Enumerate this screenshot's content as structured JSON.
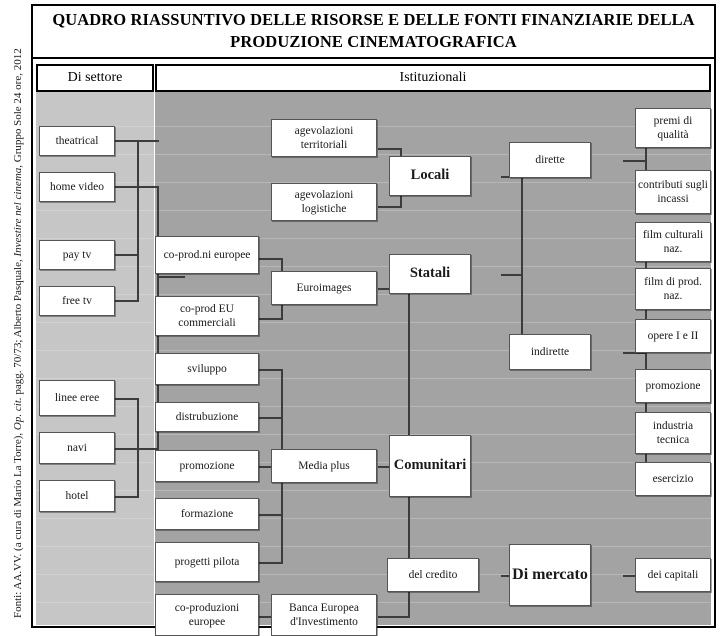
{
  "source_note": {
    "prefix": "Fonti: AA.VV. (a cura di Mario La Torre), ",
    "italic1": "Op. cit.",
    "middle": " pagg. 70/73; Alberto Pasquale, ",
    "italic2": "Investire nel cinema",
    "suffix": ", Gruppo Sole 24 ore, 2012"
  },
  "title": "QUADRO RIASSUNTIVO DELLE RISORSE E DELLE FONTI FINANZIARIE DELLA PRODUZIONE CINEMATOGRAFICA",
  "headers": {
    "left": "Di settore",
    "right": "Istituzionali"
  },
  "colors": {
    "panel_left": "#c6c6c6",
    "panel_right": "#a3a3a3",
    "box_fill": "#ffffff",
    "box_border": "#555555",
    "line": "#3c3c3c",
    "frame": "#000000"
  },
  "nodes": {
    "sector": [
      {
        "id": "theatrical",
        "label": "theatrical"
      },
      {
        "id": "home-video",
        "label": "home video"
      },
      {
        "id": "pay-tv",
        "label": "pay tv"
      },
      {
        "id": "free-tv",
        "label": "free tv"
      },
      {
        "id": "linee-eree",
        "label": "linee eree"
      },
      {
        "id": "navi",
        "label": "navi"
      },
      {
        "id": "hotel",
        "label": "hotel"
      }
    ],
    "col2": [
      {
        "id": "co-prodni-europee",
        "label": "co-prod.ni europee"
      },
      {
        "id": "co-prod-eu-commerciali",
        "label": "co-prod EU commerciali"
      },
      {
        "id": "sviluppo",
        "label": "sviluppo"
      },
      {
        "id": "distrubuzione",
        "label": "distrubuzione"
      },
      {
        "id": "promozione",
        "label": "promozione"
      },
      {
        "id": "formazione",
        "label": "formazione"
      },
      {
        "id": "progetti-pilota",
        "label": "progetti pilota"
      },
      {
        "id": "co-produzioni-europee",
        "label": "co-produzioni europee"
      }
    ],
    "col3": [
      {
        "id": "agevolazioni-territoriali",
        "label": "agevolazioni territoriali"
      },
      {
        "id": "agevolazioni-logistiche",
        "label": "agevolazioni logistiche"
      },
      {
        "id": "euroimages",
        "label": "Euroimages"
      },
      {
        "id": "media-plus",
        "label": "Media plus"
      },
      {
        "id": "banca-europea",
        "label": "Banca Europea d'Investimento"
      },
      {
        "id": "del-credito",
        "label": "del credito"
      }
    ],
    "col4": [
      {
        "id": "locali",
        "label": "Locali"
      },
      {
        "id": "statali",
        "label": "Statali"
      },
      {
        "id": "comunitari",
        "label": "Comunitari"
      },
      {
        "id": "di-mercato",
        "label": "Di mercato"
      }
    ],
    "col5": [
      {
        "id": "dirette",
        "label": "dirette"
      },
      {
        "id": "indirette",
        "label": "indirette"
      }
    ],
    "col6": [
      {
        "id": "premi-di-qualita",
        "label": "premi di qualità"
      },
      {
        "id": "contributi-incassi",
        "label": "contributi sugli incassi"
      },
      {
        "id": "film-culturali-naz",
        "label": "film culturali naz."
      },
      {
        "id": "film-di-prod-naz",
        "label": "film di prod. naz."
      },
      {
        "id": "opere-i-e-ii",
        "label": "opere  I e II"
      },
      {
        "id": "promozione-r",
        "label": "promozione"
      },
      {
        "id": "industria-tecnica",
        "label": "industria tecnica"
      },
      {
        "id": "esercizio",
        "label": "esercizio"
      },
      {
        "id": "dei-capitali",
        "label": "dei capitali"
      }
    ]
  }
}
